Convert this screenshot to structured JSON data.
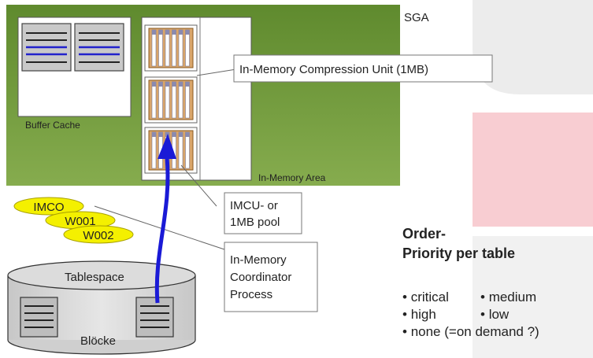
{
  "sga_label": "SGA",
  "buffer_cache_label": "Buffer Cache",
  "in_memory_area_label": "In-Memory Area",
  "imcu_callout": "In-Memory Compression Unit (1MB)",
  "pool_callout": [
    "IMCU- or",
    "1MB pool"
  ],
  "coordinator_callout": [
    "In-Memory",
    "Coordinator",
    "Process"
  ],
  "processes": [
    "IMCO",
    "W001",
    "W002"
  ],
  "tablespace_label": "Tablespace",
  "blocks_label": "Blöcke",
  "priority": {
    "title_line1": "Order-",
    "title_line2": "Priority per table",
    "bullets": [
      "critical",
      "medium",
      "high",
      "low",
      "none (=on demand ?)"
    ]
  },
  "colors": {
    "sga_green": "#6e9a3a",
    "imcu_orange": "#d9a56a",
    "arrow_blue": "#1a1ad6",
    "process_yellow": "#f4f000",
    "pink_block": "#f8cdd2",
    "grey_deco": "#ececec"
  }
}
